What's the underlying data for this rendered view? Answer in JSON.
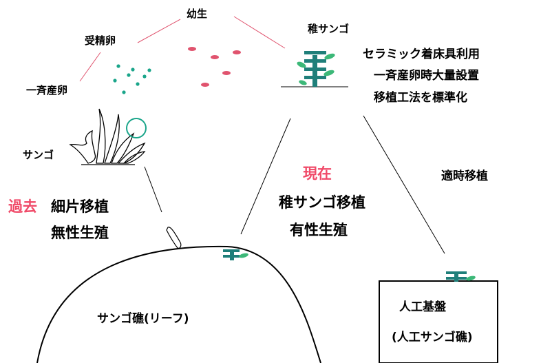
{
  "cycle": {
    "youseii": "幼生",
    "jusei_ran": "受精卵",
    "issei_sanran": "一斉産卵",
    "chi_sango": "稚サンゴ",
    "sango": "サンゴ"
  },
  "notes": {
    "line1": "セラミック着床具利用",
    "line2": "一斉産卵時大量設置",
    "line3": "移植工法を標準化"
  },
  "past": {
    "tag": "過去",
    "method": "細片移植",
    "reproduction": "無性生殖"
  },
  "present": {
    "tag": "現在",
    "method": "稚サンゴ移植",
    "reproduction": "有性生殖"
  },
  "timely": "適時移植",
  "reef_label": "サンゴ礁(リーフ)",
  "artificial": {
    "line1": "人工基盤",
    "line2": "(人工サンゴ礁)"
  },
  "colors": {
    "accent_red": "#f04a68",
    "egg_green": "#1aa58a",
    "coral_teal": "#1f7f7a",
    "polyp_green": "#3cb878",
    "connector": "#e0536e"
  }
}
